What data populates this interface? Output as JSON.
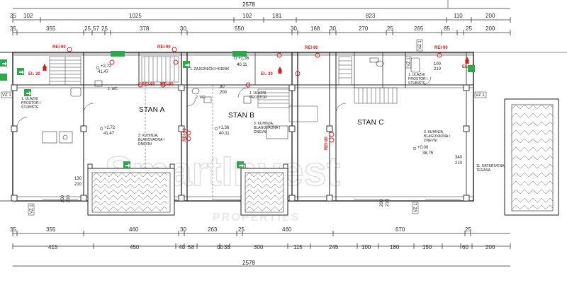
{
  "dimensions": {
    "top_total": "2578",
    "top_row1": [
      "35",
      "102",
      "1025",
      "102",
      "181",
      "823",
      "110",
      "200"
    ],
    "top_row2": [
      "35",
      "355",
      "25",
      "57",
      "25",
      "378",
      "30",
      "550",
      "30",
      "168",
      "30",
      "270",
      "25",
      "265",
      "85",
      "25",
      "200"
    ],
    "bottom_row1": [
      "35",
      "355",
      "460",
      "30",
      "263",
      "25",
      "460",
      "670",
      "25"
    ],
    "bottom_row2": [
      "415",
      "450",
      "40",
      "58",
      "00",
      "35",
      "300",
      "115",
      "245",
      "100",
      "180",
      "150",
      "60",
      "200"
    ],
    "bottom_total": "2578"
  },
  "units": [
    {
      "name": "STAN A"
    },
    {
      "name": "STAN B"
    },
    {
      "name": "STAN C"
    }
  ],
  "rooms": {
    "entrance_a": [
      "1. ULAZNI",
      "PROSTOR I",
      "STUBIŠTE"
    ],
    "wc_a": "2. WC",
    "kitchen_a": [
      "3. KUHINJA,",
      "BLAGOVAONA I",
      "DNEVNI"
    ],
    "corridor": "1. ZAJEDNIČKI HODNIK",
    "wc_b": "2. WC",
    "entrance_b": [
      "1. ULAZNI",
      "PROSTOR"
    ],
    "kitchen_b": [
      "3. KUHINJA,",
      "BLAGOVAONA I",
      "DNEVNI"
    ],
    "entrance_c": [
      "1. ULAZNI",
      "PROSTOR I",
      "STUBIŠTE"
    ],
    "kitchen_c": [
      "3. KUHINJA,",
      "BLAGOVAONA I",
      "DNEVNI"
    ],
    "terrace": [
      "11. NATKRIVENA",
      "TERASA"
    ]
  },
  "levels": {
    "a_top": [
      "+2,72",
      "41,47"
    ],
    "a_main": [
      "+2,72",
      "41,47"
    ],
    "b_top": [
      "+1,36",
      "40,11"
    ],
    "b_main": [
      "+1,36",
      "40,11"
    ],
    "c_main": [
      "+0,00",
      "38,75"
    ],
    "c_top": [
      "100",
      "210"
    ]
  },
  "fire_labels": [
    "REI-90",
    "REI-90",
    "REI-90",
    "REI-90",
    "REI-90",
    "REI-90",
    "REI-90",
    "REI-90"
  ],
  "fire_marks": [
    "EI₂ 30",
    "EI₂ 30",
    "EI₂ 30"
  ],
  "axis_labels": [
    "VZ 1",
    "VZ 1",
    "VZ 1",
    "VZ 1",
    "VZ 1",
    "VZ 1"
  ],
  "small_dims": {
    "a_window": [
      "130",
      "210"
    ],
    "c_window": [
      "340",
      "210"
    ],
    "b_wc": [
      "90",
      "200"
    ],
    "sill_a": [
      "200",
      "210"
    ],
    "sill_b": [
      "200",
      "210"
    ]
  },
  "watermark": "SmartInvest",
  "watermark_sub": "PROPERTIES",
  "colors": {
    "line": "#222222",
    "fire": "#d21e1e",
    "green": "#2ea84a",
    "watermark": "#c8c8c8"
  }
}
